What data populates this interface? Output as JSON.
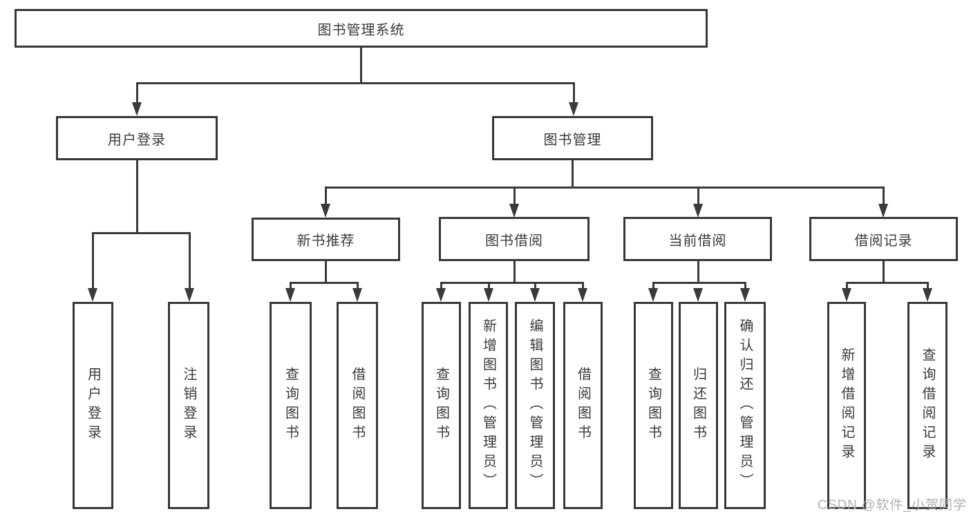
{
  "diagram": {
    "title": "图书管理系统",
    "watermark": "CSDN @软件_小贺同学",
    "colors": {
      "line": "#3a3a3a",
      "box_border": "#373737",
      "text": "#3a3a3a",
      "watermark": "#b2b0b0",
      "background": "#ffffff"
    },
    "nodes": {
      "root": {
        "label": "图书管理系统"
      },
      "user_login": {
        "label": "用户登录"
      },
      "book_mgmt": {
        "label": "图书管理"
      },
      "new_book_rec": {
        "label": "新书推荐"
      },
      "book_borrow": {
        "label": "图书借阅"
      },
      "current_borrow": {
        "label": "当前借阅"
      },
      "borrow_records": {
        "label": "借阅记录"
      },
      "leaf_user_login": {
        "label": "用户登录"
      },
      "leaf_logout": {
        "label": "注销登录"
      },
      "leaf_query_book_1": {
        "label": "查询图书"
      },
      "leaf_borrow_book_1": {
        "label": "借阅图书"
      },
      "leaf_query_book_2": {
        "label": "查询图书"
      },
      "leaf_add_book": {
        "label": "新增图书（管理员）"
      },
      "leaf_edit_book": {
        "label": "编辑图书（管理员）"
      },
      "leaf_borrow_book_2": {
        "label": "借阅图书"
      },
      "leaf_query_book_3": {
        "label": "查询图书"
      },
      "leaf_return_book": {
        "label": "归还图书"
      },
      "leaf_confirm_return": {
        "label": "确认归还（管理员）"
      },
      "leaf_add_record": {
        "label": "新增借阅记录"
      },
      "leaf_query_record": {
        "label": "查询借阅记录"
      }
    }
  }
}
